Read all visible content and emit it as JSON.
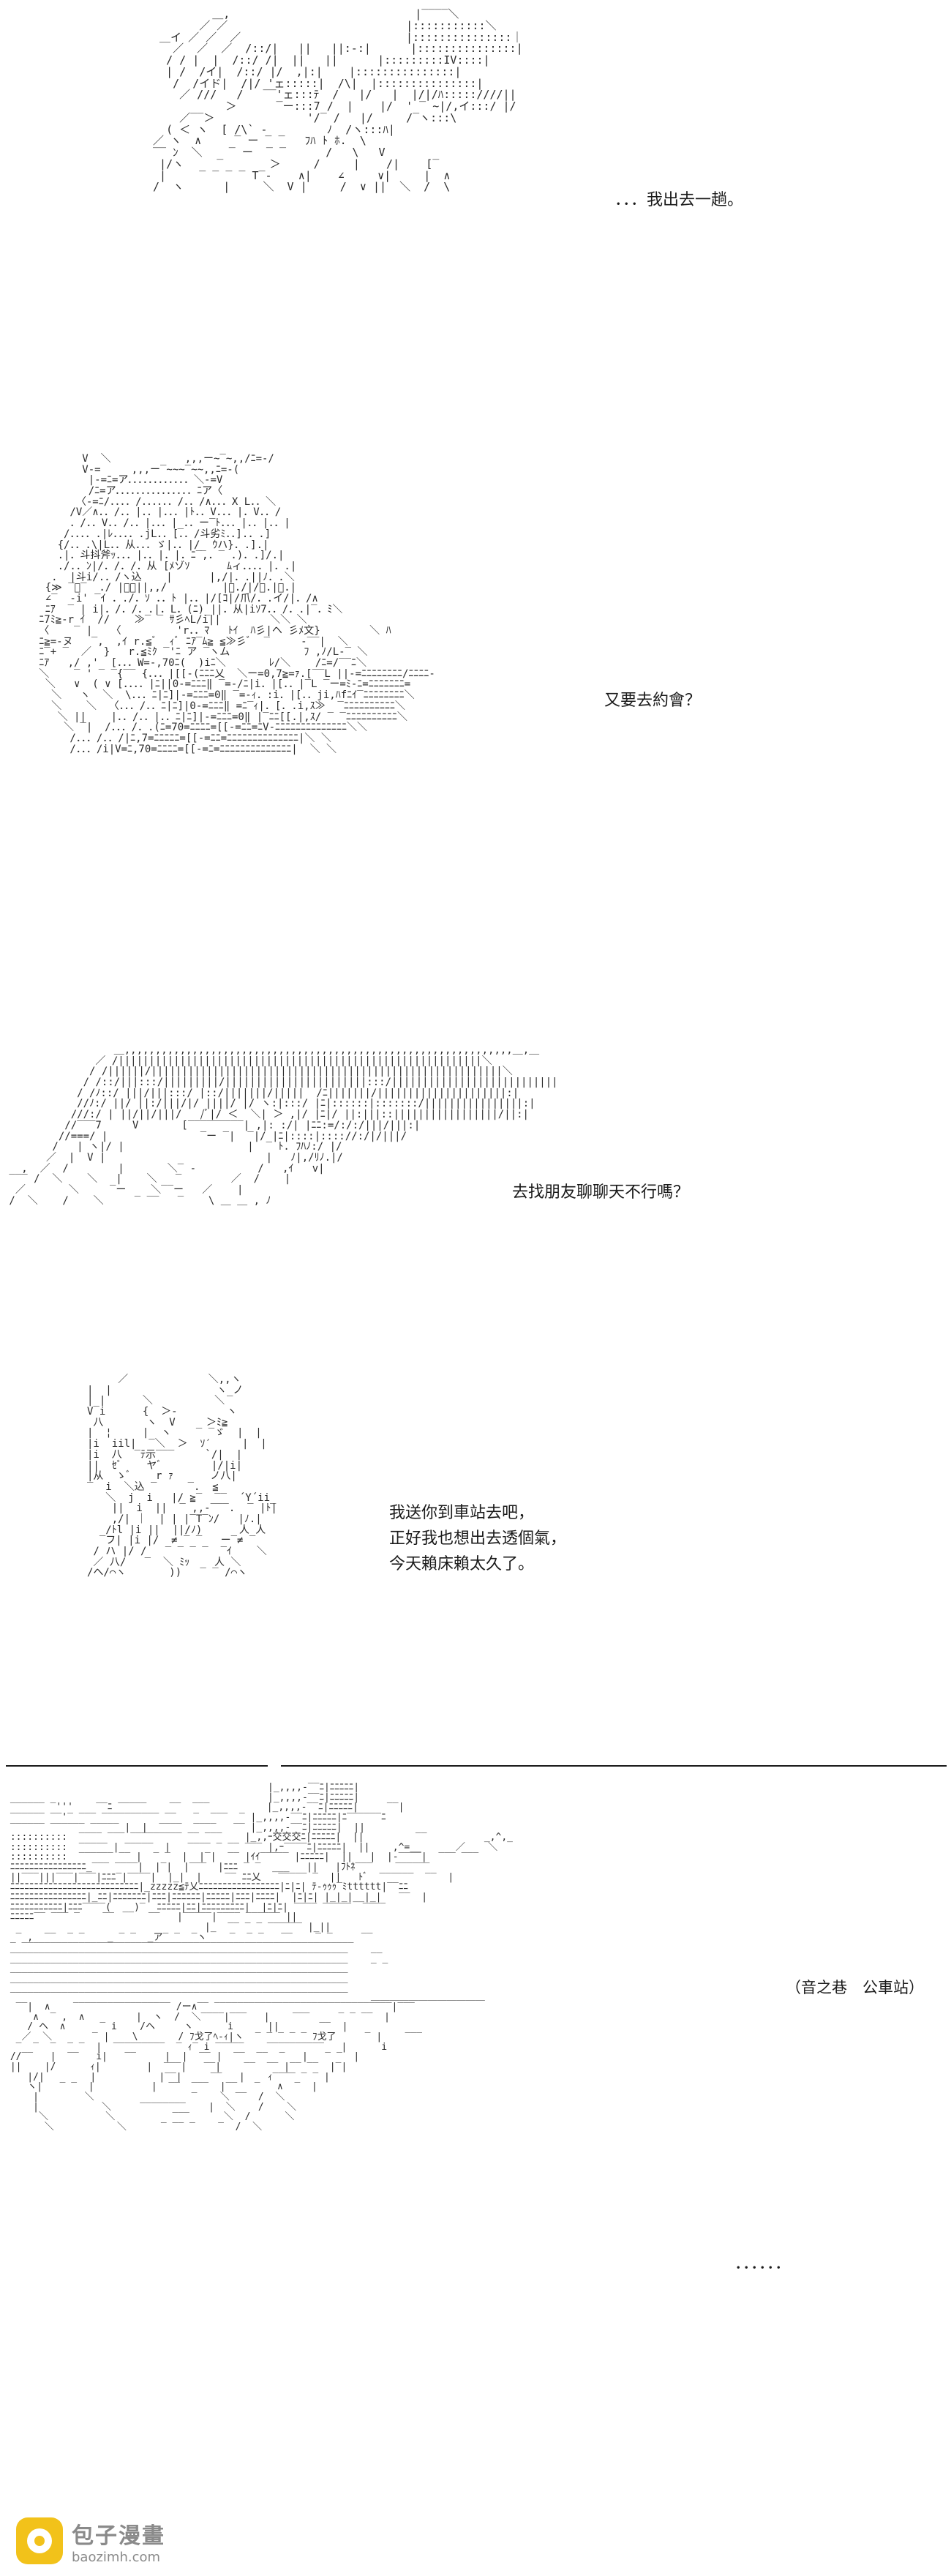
{
  "panels": [
    {
      "id": "panel-1",
      "lines": [
        "．．．我出去一趟。"
      ]
    },
    {
      "id": "panel-2",
      "lines": [
        "又要去約會？"
      ]
    },
    {
      "id": "panel-3",
      "lines": [
        "去找朋友聊聊天不行嗎？"
      ]
    },
    {
      "id": "panel-4",
      "lines": [
        "我送你到車站去吧，",
        "正好我也想出去透個氣，",
        "今天賴床賴太久了。"
      ]
    },
    {
      "id": "panel-5",
      "lines": [
        "（音之巷　公車站）",
        "．．．．．．"
      ]
    }
  ],
  "watermark": {
    "title": "包子漫畫",
    "url": "baozimh.com"
  }
}
